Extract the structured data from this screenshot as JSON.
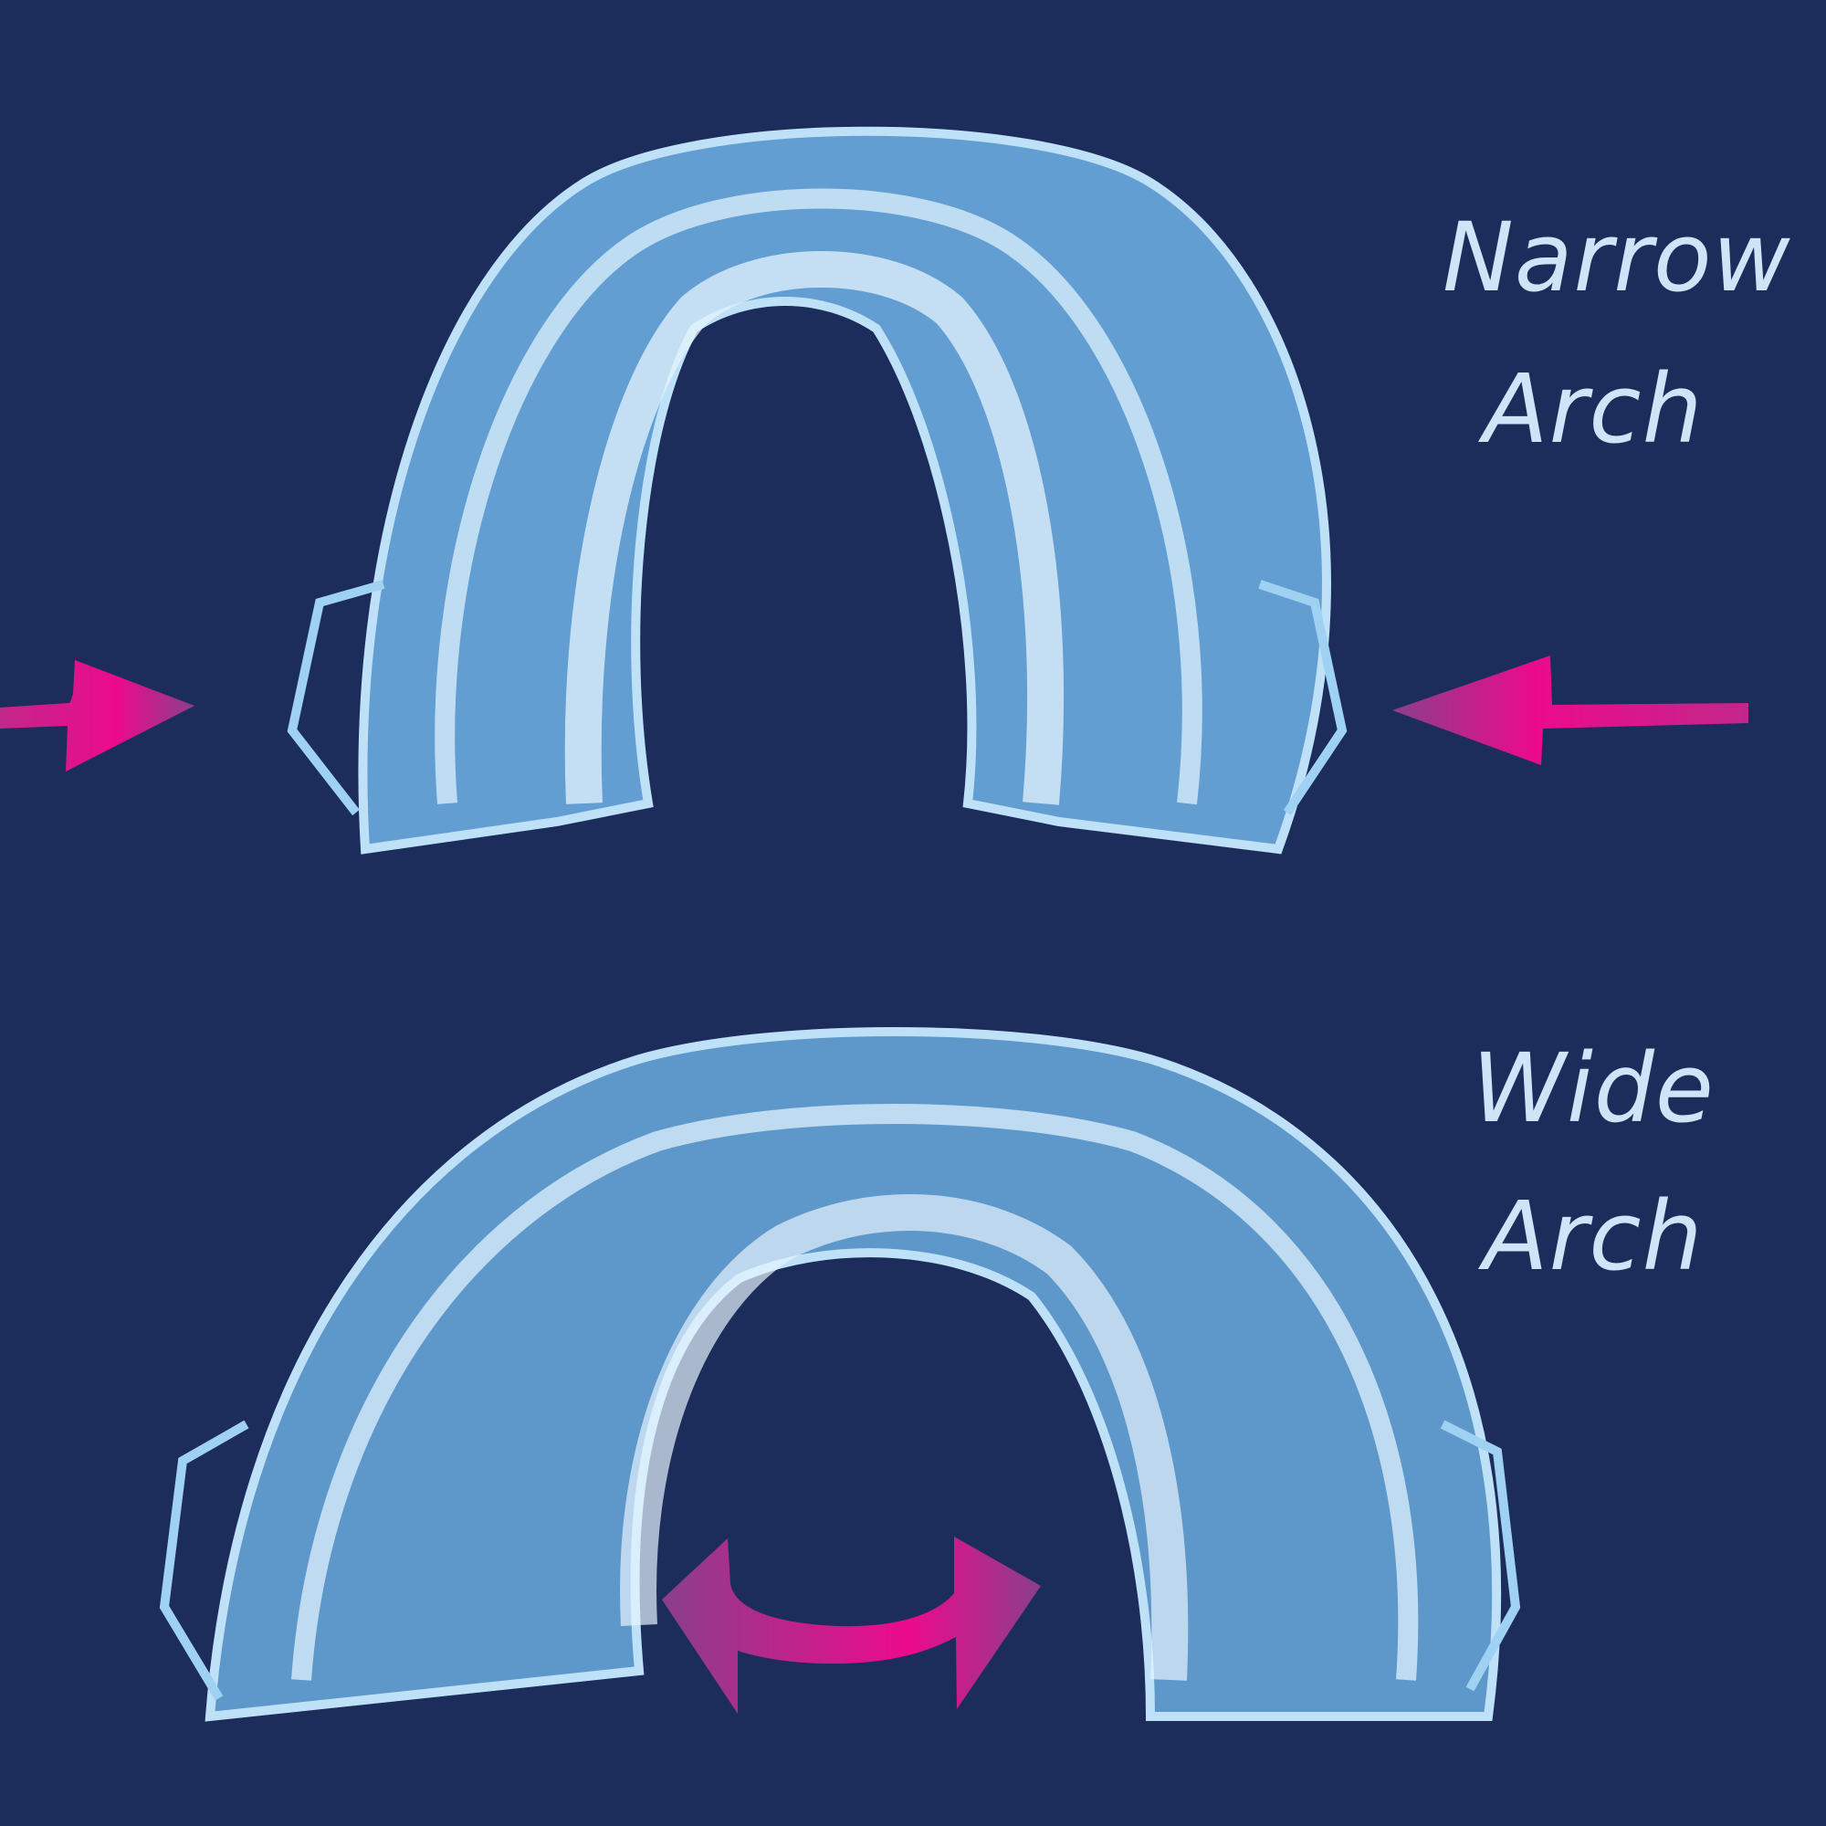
{
  "labels": {
    "narrow": {
      "line1": "Narrow",
      "line2": "Arch"
    },
    "wide": {
      "line1": "Wide",
      "line2": "Arch"
    }
  },
  "colors": {
    "background": "#1c2d5c",
    "guard": "#7fc0ee",
    "guard_light": "#d6ecfb",
    "arrow": "#ec0a8c",
    "arrow_fade": "#8a3f8c",
    "text": "#cfe4f7"
  },
  "icons": [
    "arrow-right-icon",
    "arrow-left-icon",
    "double-arrow-icon"
  ]
}
